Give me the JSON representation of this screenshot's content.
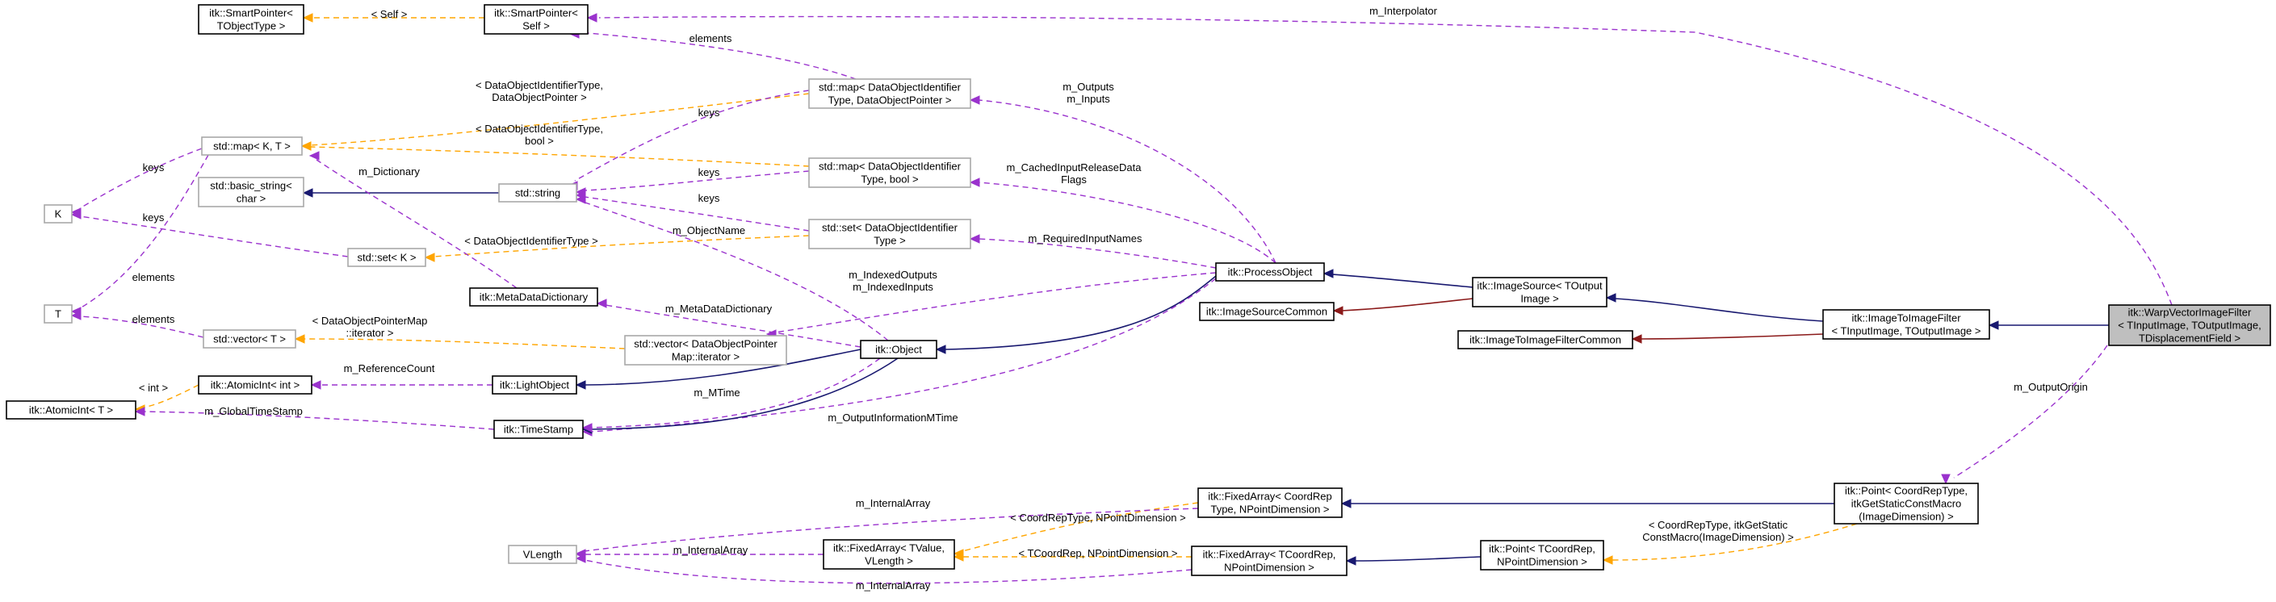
{
  "nodes": {
    "warp": [
      "itk::WarpVectorImageFilter",
      "< TInputImage, TOutputImage,",
      "TDisplacementField >"
    ],
    "img2img": [
      "itk::ImageToImageFilter",
      "< TInputImage, TOutputImage >"
    ],
    "img2imgcommon": [
      "itk::ImageToImageFilterCommon"
    ],
    "imgsource": [
      "itk::ImageSource< TOutput",
      "Image >"
    ],
    "imgsourcecommon": [
      "itk::ImageSourceCommon"
    ],
    "procobj": [
      "itk::ProcessObject"
    ],
    "object": [
      "itk::Object"
    ],
    "lightobject": [
      "itk::LightObject"
    ],
    "timestamp": [
      "itk::TimeStamp"
    ],
    "atomicint": [
      "itk::AtomicInt< int >"
    ],
    "atomicintT": [
      "itk::AtomicInt< T >"
    ],
    "metadict": [
      "itk::MetaDataDictionary"
    ],
    "smartptrSelf": [
      "itk::SmartPointer<",
      "Self >"
    ],
    "smartptrT": [
      "itk::SmartPointer<",
      "TObjectType >"
    ],
    "stringbox": [
      "std::string"
    ],
    "basicstring": [
      "std::basic_string<",
      "char >"
    ],
    "mapKT": [
      "std::map< K, T >"
    ],
    "K": [
      "K"
    ],
    "T": [
      "T"
    ],
    "setK": [
      "std::set< K >"
    ],
    "vectorT": [
      "std::vector< T >"
    ],
    "mapDOPtr": [
      "std::map< DataObjectIdentifier",
      "Type, DataObjectPointer >"
    ],
    "mapDObool": [
      "std::map< DataObjectIdentifier",
      "Type, bool >"
    ],
    "setDO": [
      "std::set< DataObjectIdentifier",
      "Type >"
    ],
    "vectorDOPtr": [
      "std::vector< DataObjectPointer",
      "Map::iterator >"
    ],
    "pointCoord": [
      "itk::Point< CoordRepType,",
      "itkGetStaticConstMacro",
      "(ImageDimension) >"
    ],
    "pointT": [
      "itk::Point< TCoordRep,",
      "NPointDimension >"
    ],
    "fixedCoord": [
      "itk::FixedArray< CoordRep",
      "Type, NPointDimension >"
    ],
    "fixedT": [
      "itk::FixedArray< TCoordRep,",
      "NPointDimension >"
    ],
    "fixedTV": [
      "itk::FixedArray< TValue,",
      "VLength >"
    ],
    "VLength": [
      "VLength"
    ]
  },
  "labels": {
    "m_Interpolator": [
      "m_Interpolator"
    ],
    "m_OutputOrigin": [
      "m_OutputOrigin"
    ],
    "self_tmpl": [
      "< Self >"
    ],
    "elements1": [
      "elements"
    ],
    "m_Outputs": [
      "m_Outputs",
      "m_Inputs"
    ],
    "dotmpl_ptr": [
      "< DataObjectIdentifierType,",
      "DataObjectPointer >"
    ],
    "keys1": [
      "keys"
    ],
    "dotmpl_bool": [
      "< DataObjectIdentifierType,",
      "bool >"
    ],
    "keys_mapKT": [
      "keys"
    ],
    "m_Dictionary": [
      "m_Dictionary"
    ],
    "keys2": [
      "keys"
    ],
    "m_Cached": [
      "m_CachedInputReleaseData",
      "Flags"
    ],
    "keys3": [
      "keys"
    ],
    "keys_setK": [
      "keys"
    ],
    "m_ObjectName": [
      "m_ObjectName"
    ],
    "dotmpl_type": [
      "< DataObjectIdentifierType >"
    ],
    "m_RequiredInputNames": [
      "m_RequiredInputNames"
    ],
    "elements2": [
      "elements"
    ],
    "elements3": [
      "elements"
    ],
    "m_Indexed": [
      "m_IndexedOutputs",
      "m_IndexedInputs"
    ],
    "m_MetaDataDictionary": [
      "m_MetaDataDictionary"
    ],
    "dotmpl_iter": [
      "< DataObjectPointerMap",
      "::iterator >"
    ],
    "int_tmpl": [
      "< int >"
    ],
    "m_ReferenceCount": [
      "m_ReferenceCount"
    ],
    "m_MTime": [
      "m_MTime"
    ],
    "m_GlobalTimeStamp": [
      "m_GlobalTimeStamp"
    ],
    "m_OutputInformationMTime": [
      "m_OutputInformationMTime"
    ],
    "m_InternalArray1": [
      "m_InternalArray"
    ],
    "coord_tmpl": [
      "< CoordRepType, NPointDimension >"
    ],
    "point_tmpl": [
      "< CoordRepType, itkGetStatic",
      "ConstMacro(ImageDimension) >"
    ],
    "m_InternalArray2": [
      "m_InternalArray"
    ],
    "tcoord_tmpl": [
      "< TCoordRep, NPointDimension >"
    ],
    "m_InternalArray3": [
      "m_InternalArray"
    ]
  }
}
